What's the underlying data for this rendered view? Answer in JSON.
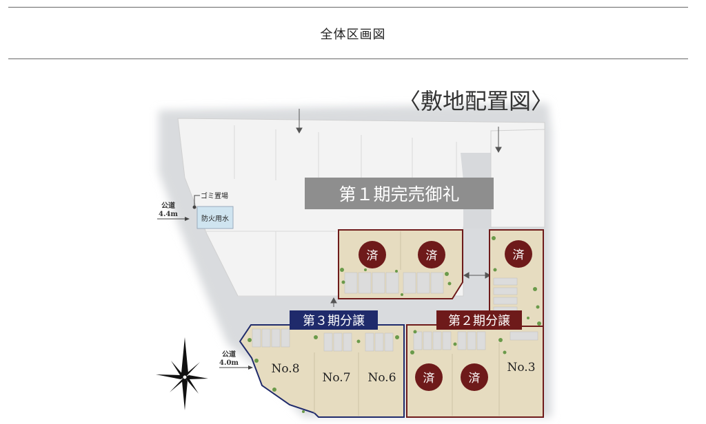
{
  "header": {
    "title": "全体区画図"
  },
  "map": {
    "title": "〈敷地配置図〉",
    "phase1_label": "第１期完売御礼",
    "phase2_label": "第２期分譲",
    "phase3_label": "第３期分譲",
    "sold_mark": "済",
    "lots": {
      "no8": "No.8",
      "no7": "No.7",
      "no6": "No.6",
      "no3": "No.3"
    },
    "garbage_label": "ゴミ置場",
    "fire_water_label": "防火用水",
    "road_top_label": "公道",
    "road_top_width": "4.4m",
    "road_bottom_label": "公道",
    "road_bottom_width": "4.0m",
    "colors": {
      "sold_badge": "#6e1a1a",
      "phase2_frame": "#6e1a1a",
      "phase3_frame": "#1f2a6b",
      "phase1_banner": "#8e8e8e",
      "lot_fill": "#e6dcc0",
      "road": "#d7d9dc",
      "lot_pale": "#f1f1f1"
    }
  }
}
